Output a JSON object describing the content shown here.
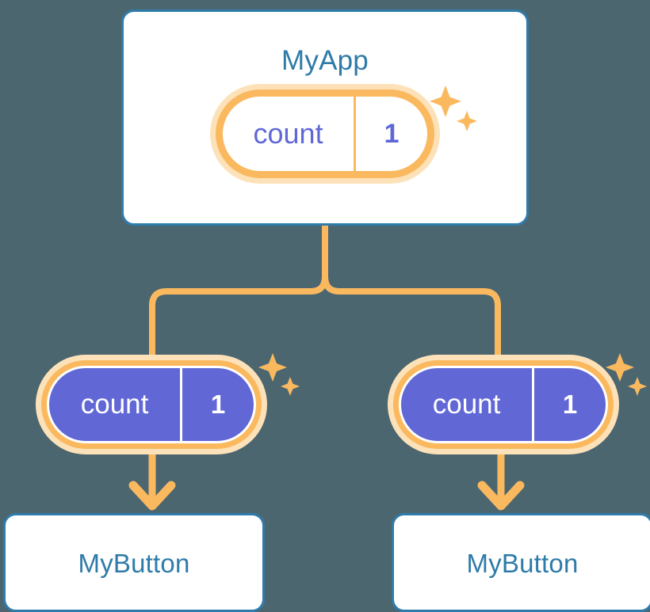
{
  "diagram": {
    "title_note": "React-style component tree showing shared state 'count' propagating from MyApp to two MyButton children",
    "colors": {
      "background": "#4c6670",
      "card_border_blue": "#2f7cab",
      "card_text_blue": "#2e7ba8",
      "accent_orange": "#fab95e",
      "accent_orange_glow": "#fde2b9",
      "state_indigo": "#6168d6",
      "card_fill_white": "#ffffff"
    }
  },
  "root": {
    "label": "MyApp",
    "state": {
      "key": "count",
      "value": "1"
    }
  },
  "branches": [
    {
      "state": {
        "key": "count",
        "value": "1"
      },
      "child": {
        "label": "MyButton"
      }
    },
    {
      "state": {
        "key": "count",
        "value": "1"
      },
      "child": {
        "label": "MyButton"
      }
    }
  ],
  "icons": {
    "sparkle_large": "sparkle-four-point-large",
    "sparkle_small": "sparkle-four-point-small",
    "arrow": "arrow-down",
    "branch": "branch-split-connector"
  }
}
